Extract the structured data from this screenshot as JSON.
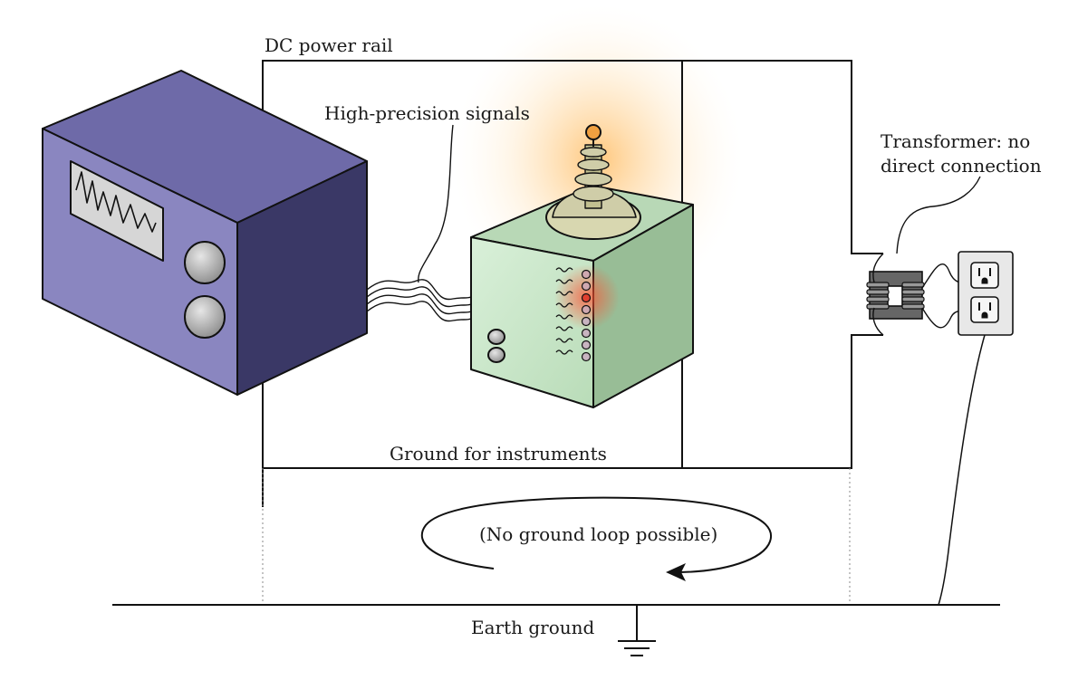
{
  "labels": {
    "dc_power_rail": "DC power rail",
    "high_precision_signals": "High-precision signals",
    "transformer_line1": "Transformer: no",
    "transformer_line2": "direct connection",
    "ground_for_instruments": "Ground for instruments",
    "no_ground_loop": "(No ground loop possible)",
    "earth_ground": "Earth ground"
  },
  "colors": {
    "instrument_left_front": "#8a86c0",
    "instrument_left_side": "#3a3866",
    "instrument_left_top": "#6e6aa8",
    "instrument_right_front": "#cfe8cf",
    "instrument_right_side": "#98bd96",
    "instrument_right_top": "#b8d8b6",
    "glow": "#ffb450",
    "indicator_red": "#e04030",
    "outlet_plate": "#e8e8e8",
    "transformer_core": "#666666"
  },
  "icons": [
    "oscilloscope-instrument",
    "test-rig-instrument",
    "transformer-icon",
    "wall-outlet-icon",
    "earth-ground-symbol"
  ]
}
